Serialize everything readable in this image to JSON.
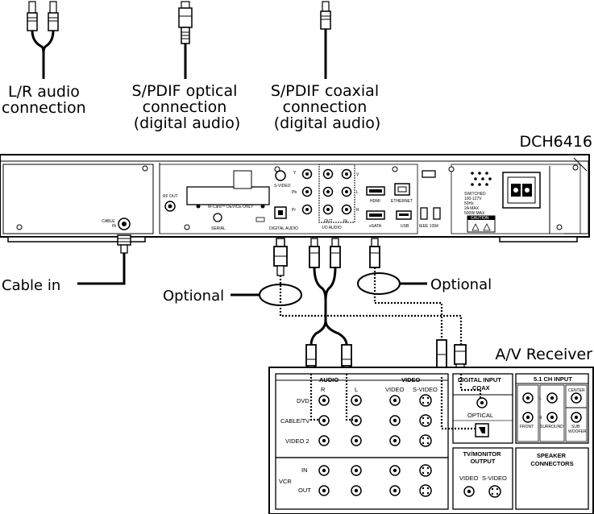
{
  "cable_labels": {
    "lr": [
      "L/R audio",
      "connection"
    ],
    "optical": [
      "S/PDIF optical",
      "connection",
      "(digital audio)"
    ],
    "coaxial": [
      "S/PDIF coaxial",
      "connection",
      "(digital audio)"
    ]
  },
  "device": {
    "model": "DCH6416",
    "labels": {
      "cable_in": [
        "CABLE",
        "IN"
      ],
      "rf_out": "RF OUT",
      "svideo": "S-VIDEO",
      "y": "Y",
      "pb": "Pb",
      "pr": "Pr",
      "mcard": "M-Card™ DEVICE ONLY",
      "serial": "SERIAL",
      "digital_audio": "DIGITAL AUDIO",
      "out": "OUT",
      "in": "IN",
      "io_audio": "I/O AUDIO",
      "v": "V",
      "l": "L",
      "r": "R",
      "hdmi": "HDMI",
      "esata": "eSATA",
      "ethernet": "ETHERNET",
      "usb": "USB",
      "ieee": "IEEE 1394",
      "switched": [
        "SWITCHED",
        "100-127V",
        "50Hz",
        "2A MAX",
        "500W MAX"
      ],
      "caution": "CAUTION"
    }
  },
  "callouts": {
    "cable_in": "Cable in",
    "optional_left": "Optional",
    "optional_right": "Optional"
  },
  "receiver": {
    "title": "A/V Receiver",
    "audio": "AUDIO",
    "r": "R",
    "l": "L",
    "video_header": "VIDEO",
    "video": "VIDEO",
    "svideo": "S-VIDEO",
    "rows": [
      "DVD",
      "CABLE/TV",
      "VIDEO 2"
    ],
    "vcr": "VCR",
    "vcr_in": "IN",
    "vcr_out": "OUT",
    "digital_input": "DIGITAL INPUT",
    "coax": "COAX",
    "optical": "OPTICAL",
    "tv_monitor": [
      "TV/MONITOR",
      "OUTPUT"
    ],
    "tv_video": "VIDEO",
    "tv_svideo": "S-VIDEO",
    "ch51": "5.1 CH INPUT",
    "front": "FRONT",
    "surround": "SURROUND",
    "center": "CENTER",
    "sub": [
      "SUB",
      "WOOFER"
    ],
    "ch_l": "L",
    "ch_r": "R",
    "speaker": [
      "SPEAKER",
      "CONNECTORS"
    ]
  }
}
